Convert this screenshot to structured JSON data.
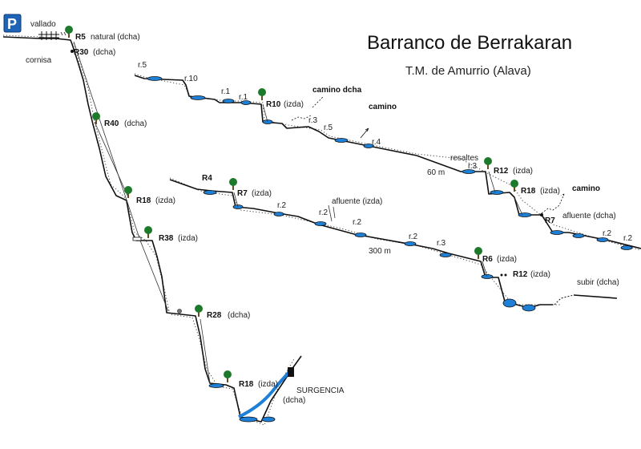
{
  "title": "Barranco de Berrakaran",
  "subtitle": "T.M. de Amurrio (Alava)",
  "parking_letter": "P",
  "colors": {
    "water": "#1e7fd6",
    "tree": "#1c7a2a",
    "parking": "#1d64b8"
  },
  "labels": {
    "vallado": "vallado",
    "r5_natural": "R5",
    "natural_dcha": "natural (dcha)",
    "r30": "R30",
    "dcha_paren": "(dcha)",
    "cornisa": "cornisa",
    "r40": "R40",
    "r18a": "R18",
    "izda_paren": "(izda)",
    "r38": "R38",
    "r28": "R28",
    "r18b": "R18",
    "surgencia": "SURGENCIA",
    "surgencia_dcha": "(dcha)",
    "s1_r5": "r.5",
    "s1_r10": "r.10",
    "s1_r1a": "r.1",
    "s1_r1b": "r.1",
    "s1_R10": "R10",
    "camino_dcha": "camino dcha",
    "s1_r3": "r.3",
    "s1_r5b": "r.5",
    "camino1": "camino",
    "s1_r4": "r.4",
    "resaltes": "resaltes",
    "s1_r3b": "r.3",
    "s1_60m": "60 m",
    "s1_R12": "R12",
    "s1_R18": "R18",
    "camino2": "camino",
    "s1_R7": "R7",
    "afluente_dcha": "afluente (dcha)",
    "s1_r2": "r.2",
    "s1_r2b": "r.2",
    "s2_R4": "R4",
    "s2_R7": "R7",
    "s2_r2a": "r.2",
    "afluente_izda": "afluente (izda)",
    "s2_r2b": "r.2",
    "s2_r2c": "r.2",
    "s2_r2d": "r.2",
    "s2_r3": "r.3",
    "s2_300m": "300 m",
    "s2_R6": "R6",
    "s2_R12": "R12",
    "subir_dcha": "subir (dcha)"
  }
}
